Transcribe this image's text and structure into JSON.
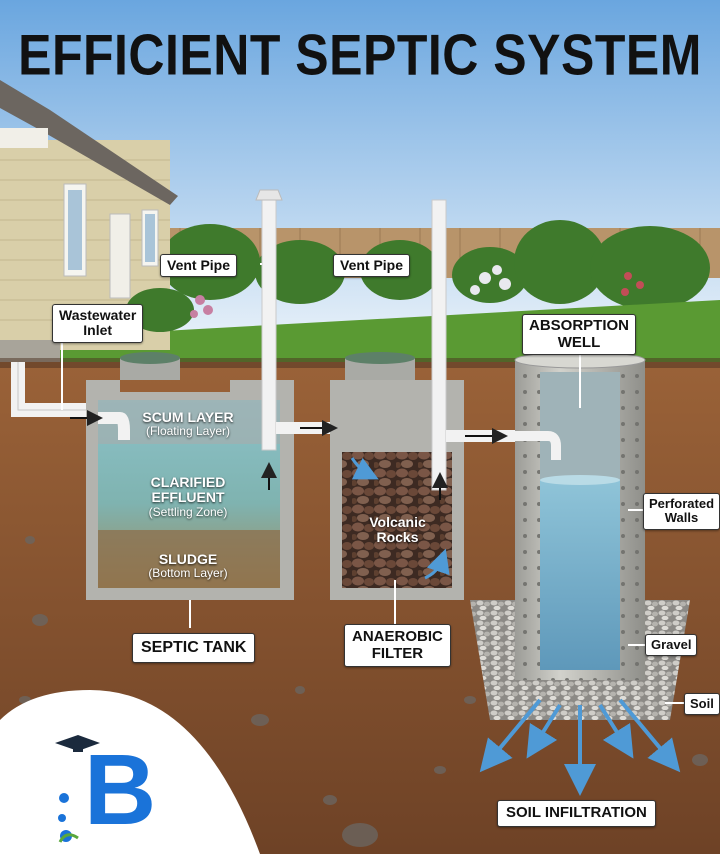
{
  "title": "EFFICIENT SEPTIC SYSTEM",
  "colors": {
    "sky_top": "#7fb6e6",
    "sky_bottom": "#dcebf7",
    "grass": "#4f8a2e",
    "soil": "#8a5533",
    "concrete": "#b8b8b3",
    "water": "#6fa8b8",
    "brand_blue": "#1a73d9"
  },
  "labels": {
    "vent_pipe_1": "Vent Pipe",
    "vent_pipe_2": "Vent Pipe",
    "wastewater_inlet": "Wastewater\nInlet",
    "absorption_well": "ABSORPTION\nWELL",
    "perforated_walls": "Perforated\nWalls",
    "gravel": "Gravel",
    "soil": "Soil",
    "septic_tank": "SEPTIC TANK",
    "anaerobic_filter": "ANAEROBIC\nFILTER",
    "soil_infiltration": "SOIL INFILTRATION"
  },
  "tank_layers": {
    "scum": "SCUM LAYER",
    "scum_sub": "(Floating Layer)",
    "effluent": "CLARIFIED\nEFFLUENT",
    "effluent_sub": "(Settling Zone)",
    "sludge": "SLUDGE",
    "sludge_sub": "(Bottom Layer)"
  },
  "filter_media": "Volcanic\nRocks",
  "logo": {
    "letter": "B",
    "icon": "graduation-cap-logo"
  }
}
